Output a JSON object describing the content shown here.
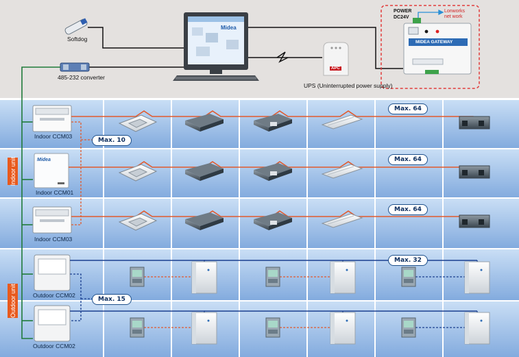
{
  "top": {
    "softdog_label": "Softdog",
    "converter_label": "485-232 converter",
    "ups_label": "UPS (Uninterrupted power supply)",
    "ups_brand": "APC",
    "computer_brand": "Midea",
    "power_label": "POWER",
    "voltage_label": "DC24V",
    "lonworks_label": "Lonworks\nnet work",
    "gateway_label": "MIDEA GATEWAY"
  },
  "left": {
    "indoor_tag": "Indoor unit",
    "outdoor_tag": "Outdoor unit",
    "controllers": [
      {
        "label": "Indoor CCM03"
      },
      {
        "label": "Indoor CCM01",
        "brand": "Midea"
      },
      {
        "label": "Indoor CCM03"
      },
      {
        "label": "Outdoor CCM02"
      },
      {
        "label": "Outdoor CCM02"
      }
    ]
  },
  "limits": {
    "row1": "Max. 64",
    "row2": "Max. 64",
    "row3": "Max. 64",
    "outdoor": "Max. 32",
    "indoor_ctrl": "Max. 10",
    "outdoor_ctrl": "Max. 15"
  },
  "colors": {
    "top_band": "#e3e0df",
    "band_light": "#c7dcf4",
    "band_dark": "#86aee0",
    "indoor_bus": "#e25a2c",
    "outdoor_bus": "#1a3f8f",
    "main_bus": "#1f7a3a",
    "gateway_border": "#e13a3a",
    "tag": "#e85a1e"
  }
}
